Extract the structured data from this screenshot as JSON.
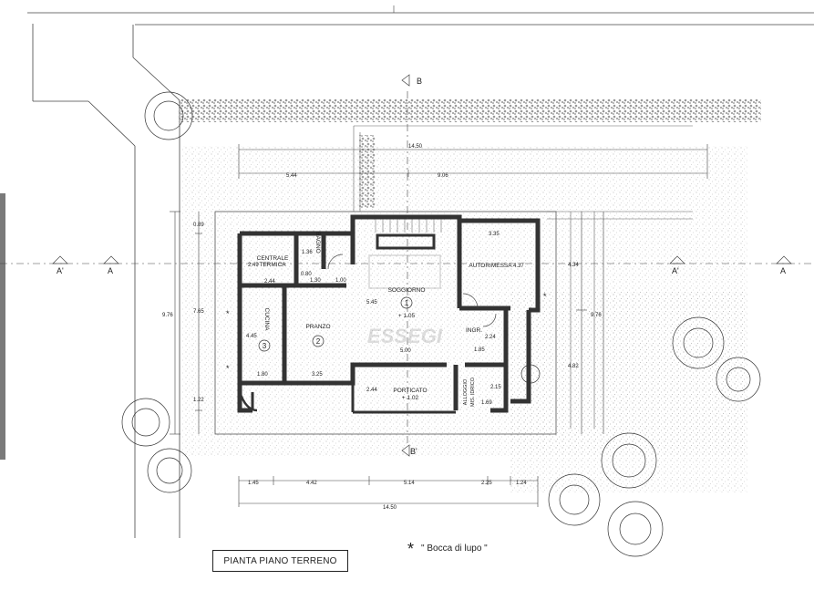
{
  "sections": {
    "b_top": "B",
    "b_bottom": "B'",
    "a_left": "A",
    "a_left_prime": "A'",
    "a_right": "A",
    "a_right_prime": "A'"
  },
  "rooms": {
    "centrale_termica_1": "CENTRALE",
    "centrale_termica_2": "TERMICA",
    "bagno": "BAGNO",
    "cucina": "CUCINA",
    "pranzo": "PRANZO",
    "soggiorno": "SOGGIORNO",
    "autorimessa": "AUTORIMESSA",
    "ingr": "INGR.",
    "porticato": "PORTICATO",
    "porticato_level": "+ 1.02",
    "soggiorno_level": "+ 1.05",
    "alloggio_1": "ALLOGGIO",
    "alloggio_2": "MIS. IDRICO",
    "num_1": "1",
    "num_2": "2",
    "num_3": "3"
  },
  "dimensions": {
    "top_total": "14.50",
    "top_left": "5.44",
    "top_right": "9.06",
    "left_total": "9.76",
    "left_a": "0.89",
    "left_b": "7.65",
    "left_c": "1.22",
    "right_total": "9.76",
    "right_a": "4.34",
    "right_b": "4.82",
    "bottom_1": "1.45",
    "bottom_2": "4.42",
    "bottom_3": "5.14",
    "bottom_4": "2.25",
    "bottom_5": "1.24",
    "bottom_total": "14.50",
    "ct_h": "2.49",
    "ct_w": "2.44",
    "bagno_h": "1.36",
    "bagno_w": "1.30",
    "bagno_s": "0.80",
    "bagno_d": "1.00",
    "cucina_h": "4.45",
    "cucina_w": "1.80",
    "pranzo_w": "3.25",
    "soggiorno_h": "5.45",
    "soggiorno_w": "5.00",
    "autorimessa_w": "3.35",
    "autorimessa_h": "4.37",
    "ingr_h": "2.24",
    "ingr_w": "1.85",
    "porticato_h": "2.44",
    "alloggio_h": "2.15",
    "alloggio_w": "1.69"
  },
  "watermark": "ESSEGI",
  "title": "PIANTA PIANO TERRENO",
  "legend": {
    "symbol": "*",
    "text": "\" Bocca di lupo \""
  }
}
